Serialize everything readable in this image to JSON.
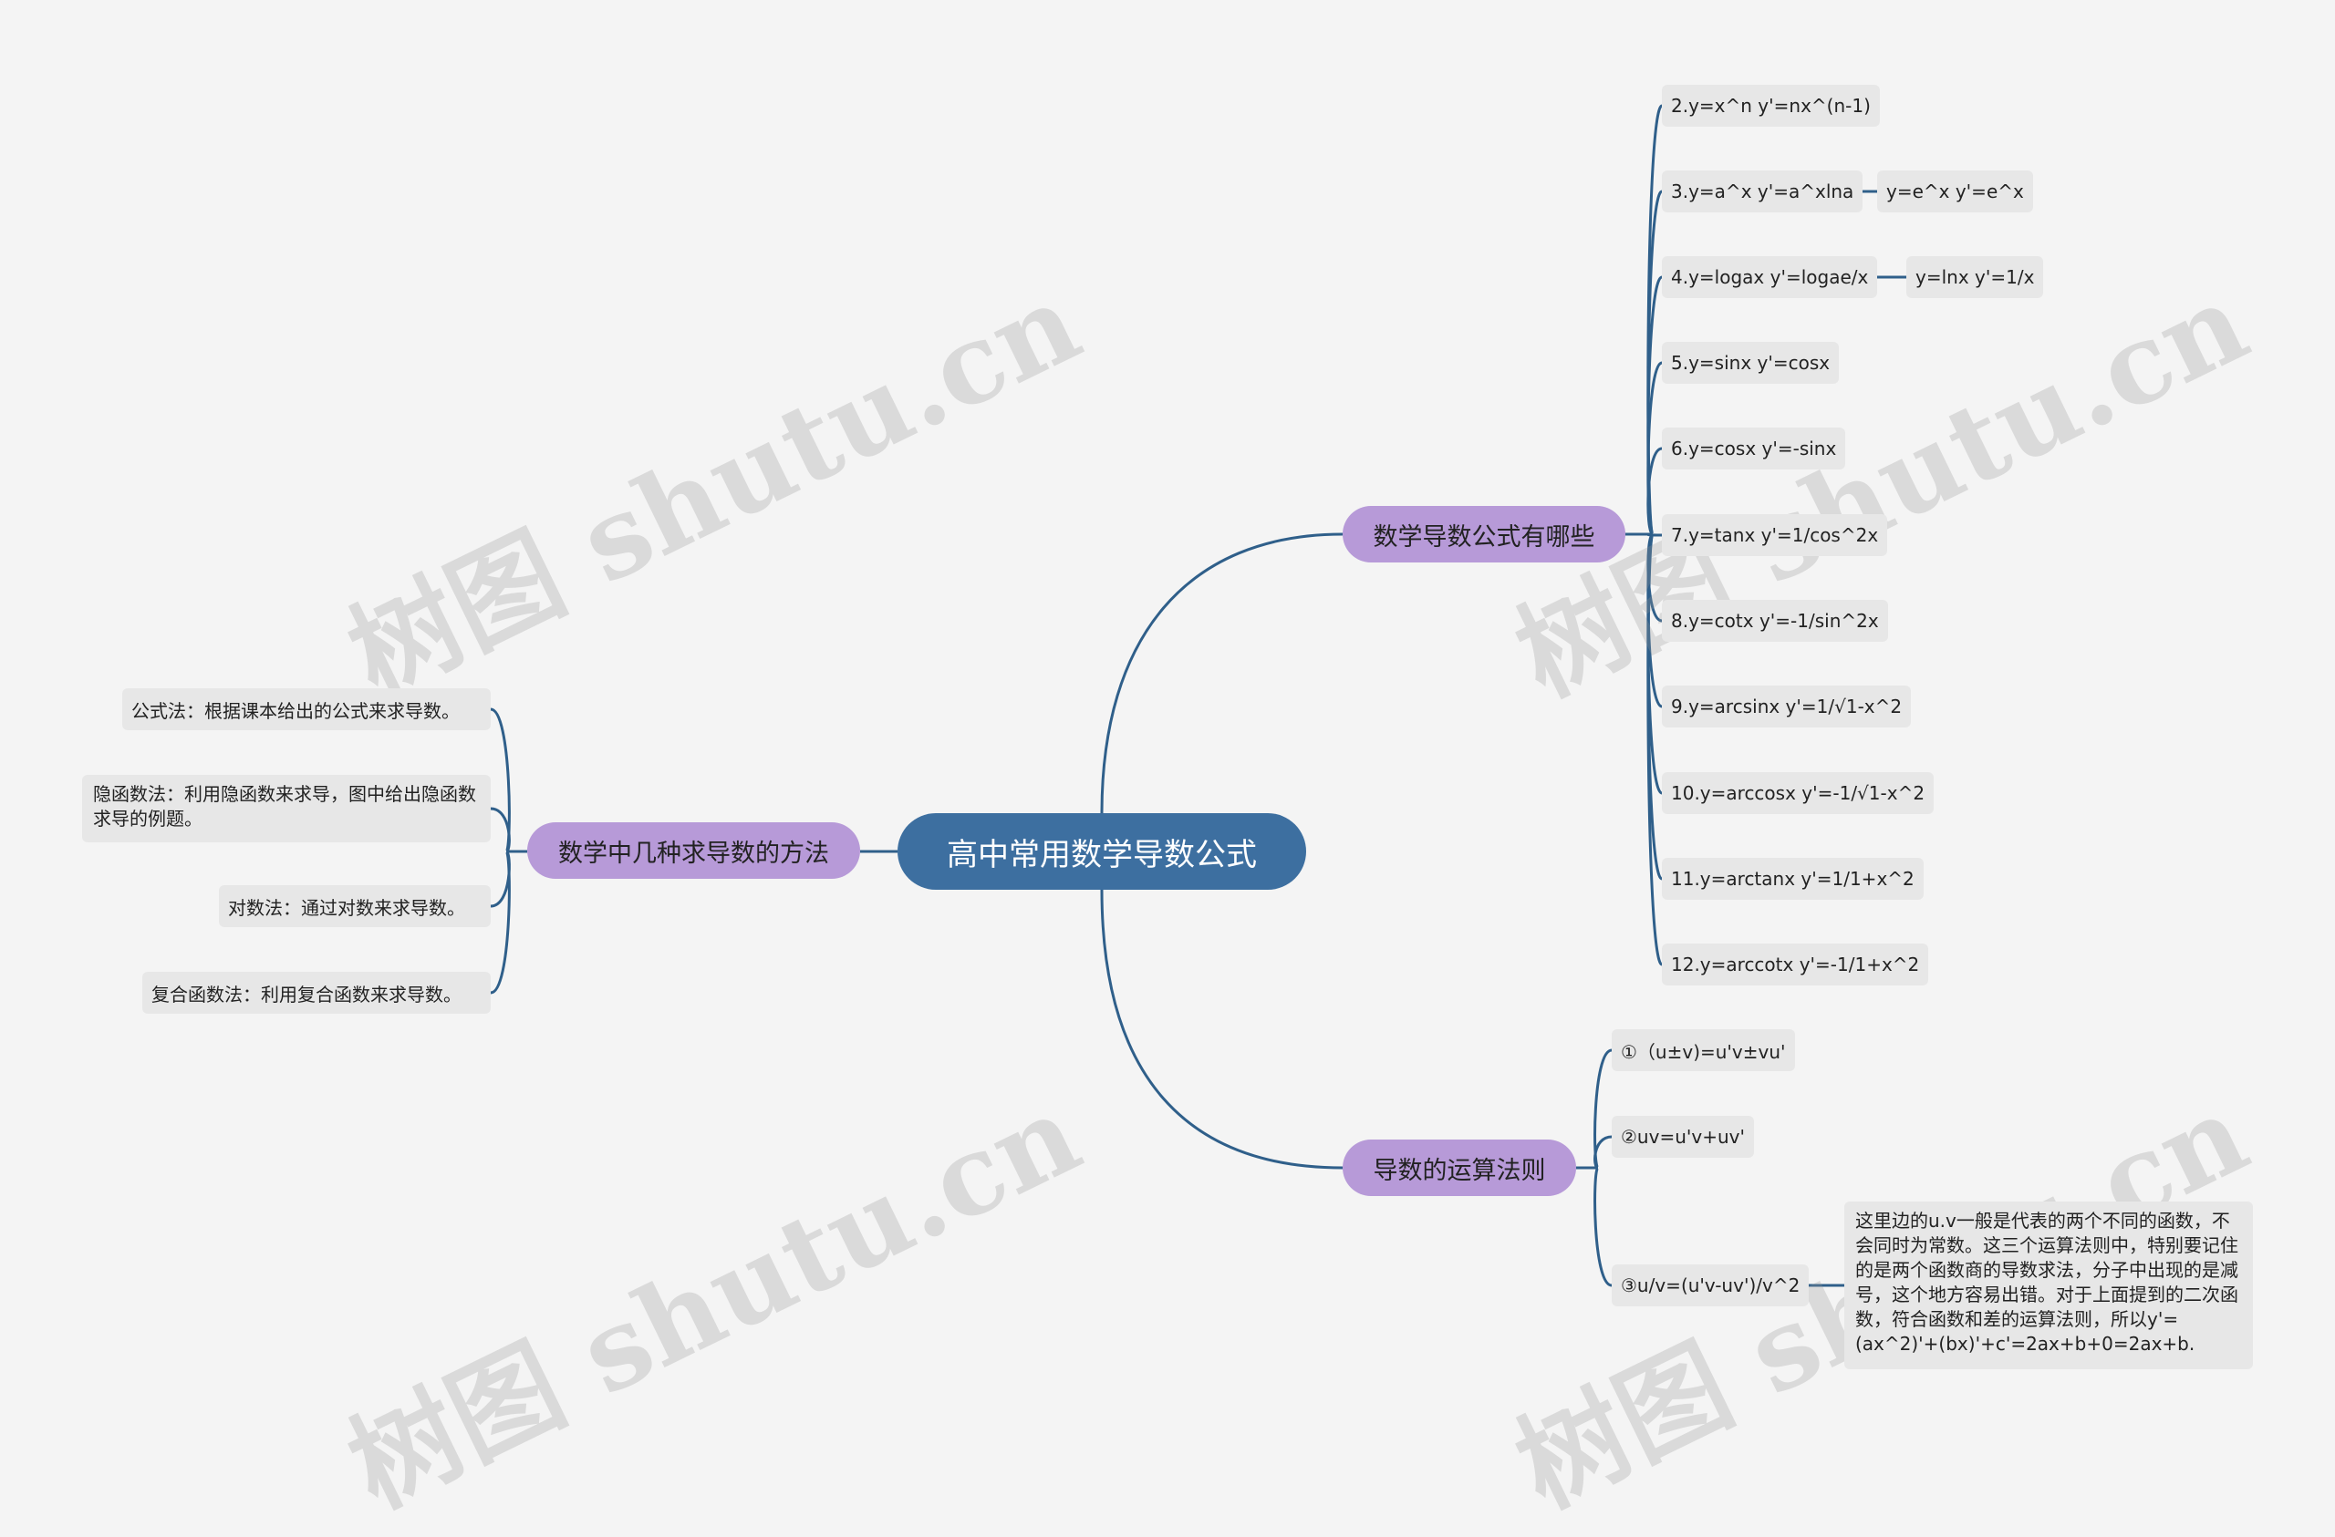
{
  "central": "高中常用数学导数公式",
  "branches": {
    "formulas": {
      "label": "数学导数公式有哪些",
      "items": [
        "2.y=x^n y'=nx^(n-1)",
        "3.y=a^x y'=a^xlna",
        "4.y=logax y'=logae/x",
        "5.y=sinx y'=cosx",
        "6.y=cosx y'=-sinx",
        "7.y=tanx y'=1/cos^2x",
        "8.y=cotx y'=-1/sin^2x",
        "9.y=arcsinx y'=1/√1-x^2",
        "10.y=arccosx y'=-1/√1-x^2",
        "11.y=arctanx y'=1/1+x^2",
        "12.y=arccotx y'=-1/1+x^2"
      ],
      "sub": [
        "y=e^x y'=e^x",
        "y=lnx y'=1/x"
      ]
    },
    "rules": {
      "label": "导数的运算法则",
      "items": [
        "①（u±v)=u'v±vu'",
        "②uv=u'v+uv'",
        "③u/v=(u'v-uv')/v^2"
      ],
      "note": "这里边的u.v一般是代表的两个不同的函数，不会同时为常数。这三个运算法则中，特别要记住的是两个函数商的导数求法，分子中出现的是减号，这个地方容易出错。对于上面提到的二次函数，符合函数和差的运算法则，所以y'=(ax^2)'+(bx)'+c'=2ax+b+0=2ax+b."
    },
    "methods": {
      "label": "数学中几种求导数的方法",
      "items": [
        "公式法：根据课本给出的公式来求导数。",
        "隐函数法：利用隐函数来求导，图中给出隐函数求导的例题。",
        "对数法：通过对数来求导数。",
        "复合函数法：利用复合函数来求导数。"
      ]
    }
  },
  "watermark": "树图 shutu.cn",
  "colors": {
    "central": "#3d6fa0",
    "topic": "#b79ad8",
    "leaf": "#e7e7e7",
    "line": "#2f5f8a"
  }
}
